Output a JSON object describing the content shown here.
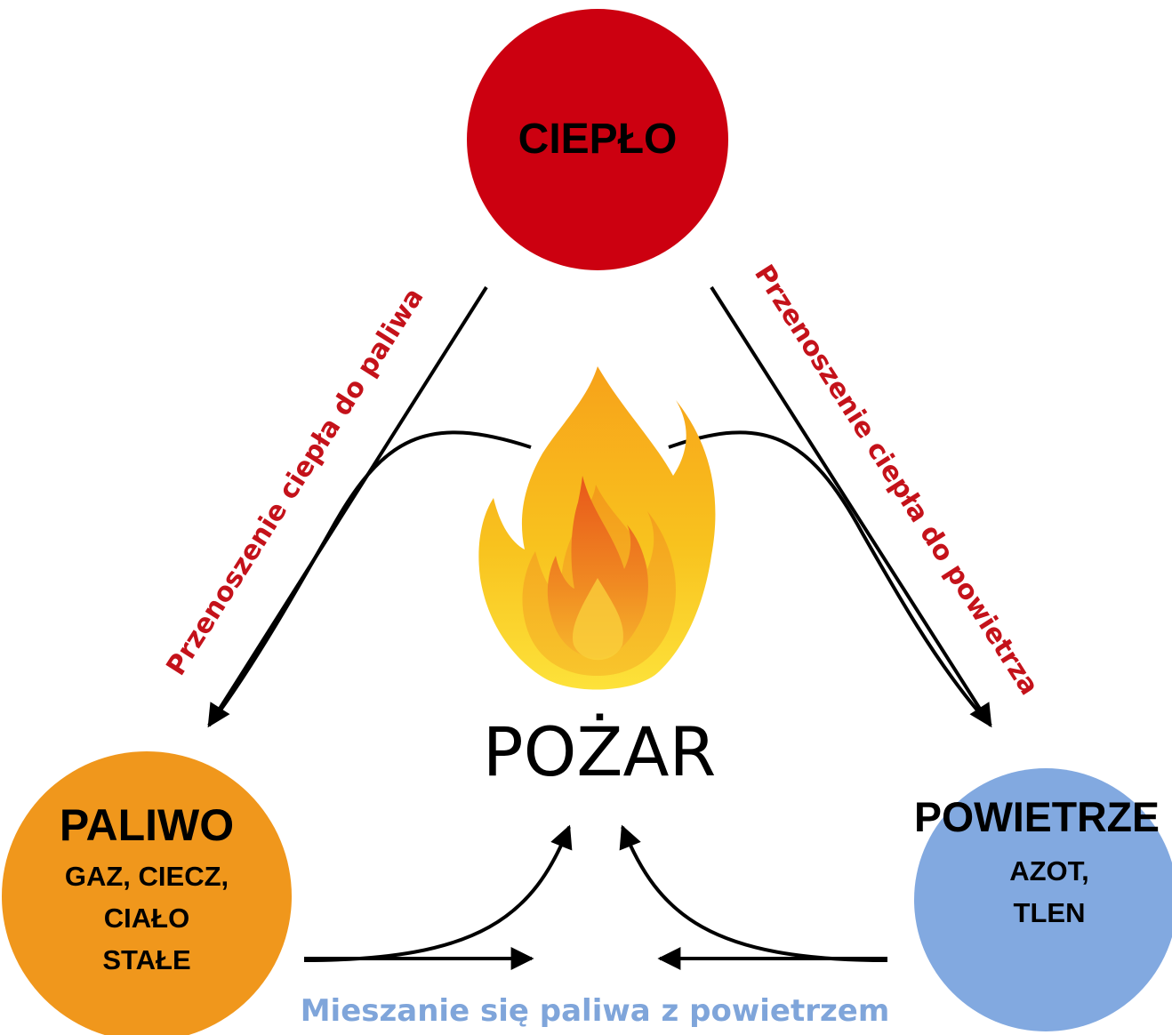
{
  "colors": {
    "heat": "#cc0010",
    "fuel": "#f0971c",
    "air": "#82a9e0",
    "heat_text": "#c4121a",
    "mix_text": "#7fa5da"
  },
  "nodes": {
    "heat": {
      "title": "CIEPŁO"
    },
    "fuel": {
      "title": "PALIWO",
      "lines": [
        "GAZ, CIECZ,",
        "CIAŁO",
        "STAŁE"
      ]
    },
    "air": {
      "title": "POWIETRZE",
      "lines": [
        "AZOT,",
        "TLEN"
      ]
    }
  },
  "center": {
    "label": "POŻAR",
    "icon": "fire-icon"
  },
  "edges": {
    "heat_to_fuel": "Przenoszenie ciepła do paliwa",
    "heat_to_air": "Przenoszenie ciepła do powietrza",
    "fuel_air_mix": "Mieszanie się paliwa z powietrzem"
  }
}
